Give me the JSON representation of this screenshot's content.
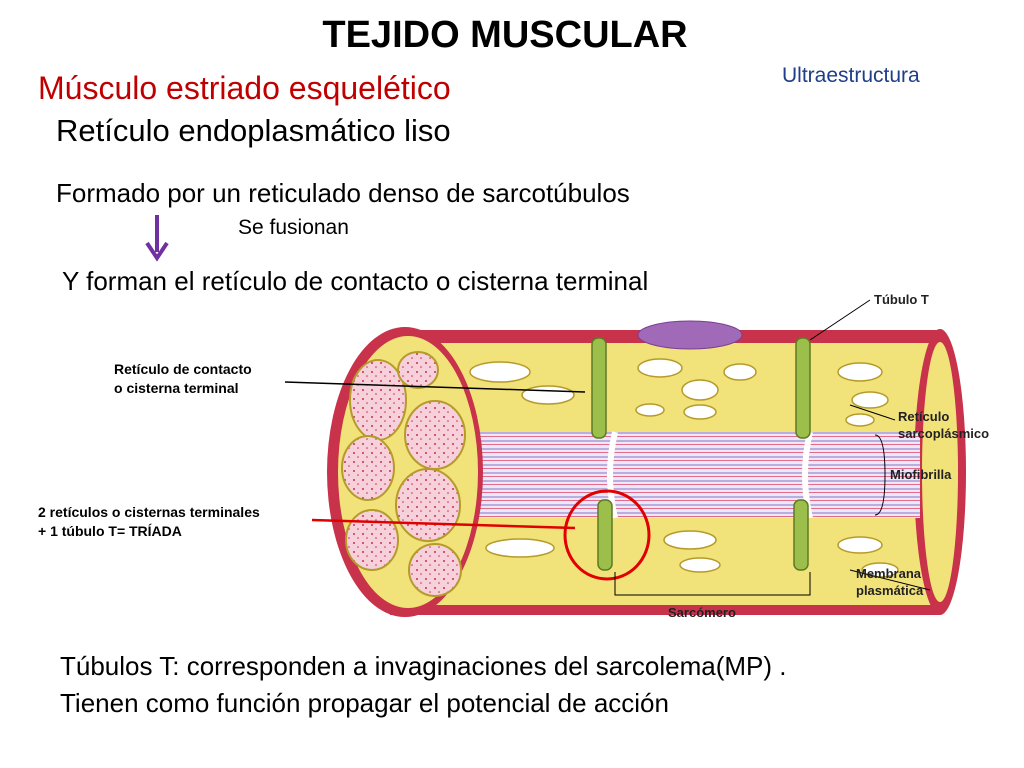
{
  "title": "TEJIDO MUSCULAR",
  "top_right": "Ultraestructura",
  "subtitle_red": "Músculo estriado esquelético",
  "subtitle_black": "Retículo endoplasmático liso",
  "line1": "Formado por un reticulado denso de sarcotúbulos",
  "fusion_note": "Se fusionan",
  "line2": "Y forman el retículo de contacto o cisterna terminal",
  "annotations": {
    "contact_1": "Retículo de contacto",
    "contact_2": "o cisterna terminal",
    "triad_1": "2 retículos o cisternas terminales",
    "triad_2": "+ 1 túbulo T= TRÍADA"
  },
  "diagram_labels": {
    "t_tubule": "Túbulo T",
    "sarcoplasmic_1": "Retículo",
    "sarcoplasmic_2": "sarcoplásmico",
    "myofibril": "Miofibrilla",
    "membrane_1": "Membrana",
    "membrane_2": "plasmática",
    "sarcomere": "Sarcómero"
  },
  "bottom": {
    "line1": "Túbulos T: corresponden a invaginaciones del sarcolema(MP) .",
    "line2": "Tienen como función propagar el potencial de acción"
  },
  "colors": {
    "red_text": "#c00000",
    "blue_text": "#1f3e8a",
    "arrow": "#7030a0",
    "highlight": "#e00000",
    "membrane": "#c8324a",
    "reticulum": "#f2e27a",
    "tubule": "#9bbf4a",
    "myofibril": "#dcd6f0"
  }
}
